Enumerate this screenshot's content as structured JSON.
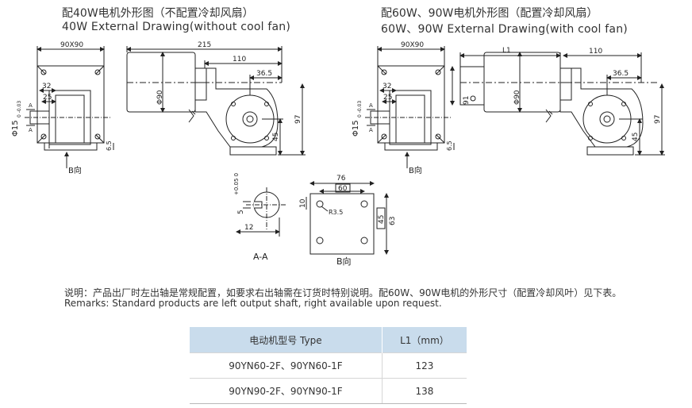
{
  "left_drawing": {
    "title_zh": "配40W电机外形图（不配置冷却风扇）",
    "title_en": "40W External Drawing(without cool fan)",
    "dims": {
      "frame": "90X90",
      "len": "215",
      "gear": "110",
      "half": "36.5",
      "shaft_off": "32",
      "shaft_len": "25",
      "phi90": "Φ90",
      "height": "97",
      "h45": "45",
      "h65": "6.5",
      "tol": "0 -0.03",
      "phi15": "Φ15",
      "a1": "A",
      "a2": "A",
      "view": "B向"
    }
  },
  "right_drawing": {
    "title_zh": "配60W、90W电机外形图（配置冷却风扇）",
    "title_en": "60W、90W External Drawing(with cool fan)",
    "dims": {
      "frame": "90X90",
      "len": "L1",
      "gear": "110",
      "half": "36.5",
      "shaft_off": "32",
      "shaft_len": "25",
      "phi90": "Φ90",
      "d91": "91",
      "height": "97",
      "h45": "45",
      "h65": "6.5",
      "tol": "0 -0.03",
      "phi15": "Φ15",
      "a1": "A",
      "a2": "A",
      "view": "B向"
    }
  },
  "section_aa": {
    "tol": "+0.05 0",
    "five": "5",
    "twelve": "12",
    "label": "A-A"
  },
  "view_b": {
    "w76": "76",
    "w60": "60",
    "d10": "10",
    "r35": "R3.5",
    "h45": "45",
    "h63": "63",
    "label": "B向"
  },
  "remarks": {
    "zh": "说明：产品出厂时左出轴是常规配置，如要求右出轴需在订货时特别说明。配60W、90W电机的外形尺寸（配置冷却风叶）见下表。",
    "en": "Remarks: Standard products are left output shaft, right available upon request."
  },
  "table": {
    "headers": [
      "电动机型号 Type",
      "L1（mm）"
    ],
    "rows": [
      [
        "90YN60-2F、90YN60-1F",
        "123"
      ],
      [
        "90YN90-2F、90YN90-1F",
        "138"
      ]
    ]
  },
  "colors": {
    "table_header": "#c9dcec",
    "line": "#222222",
    "text": "#333333"
  }
}
